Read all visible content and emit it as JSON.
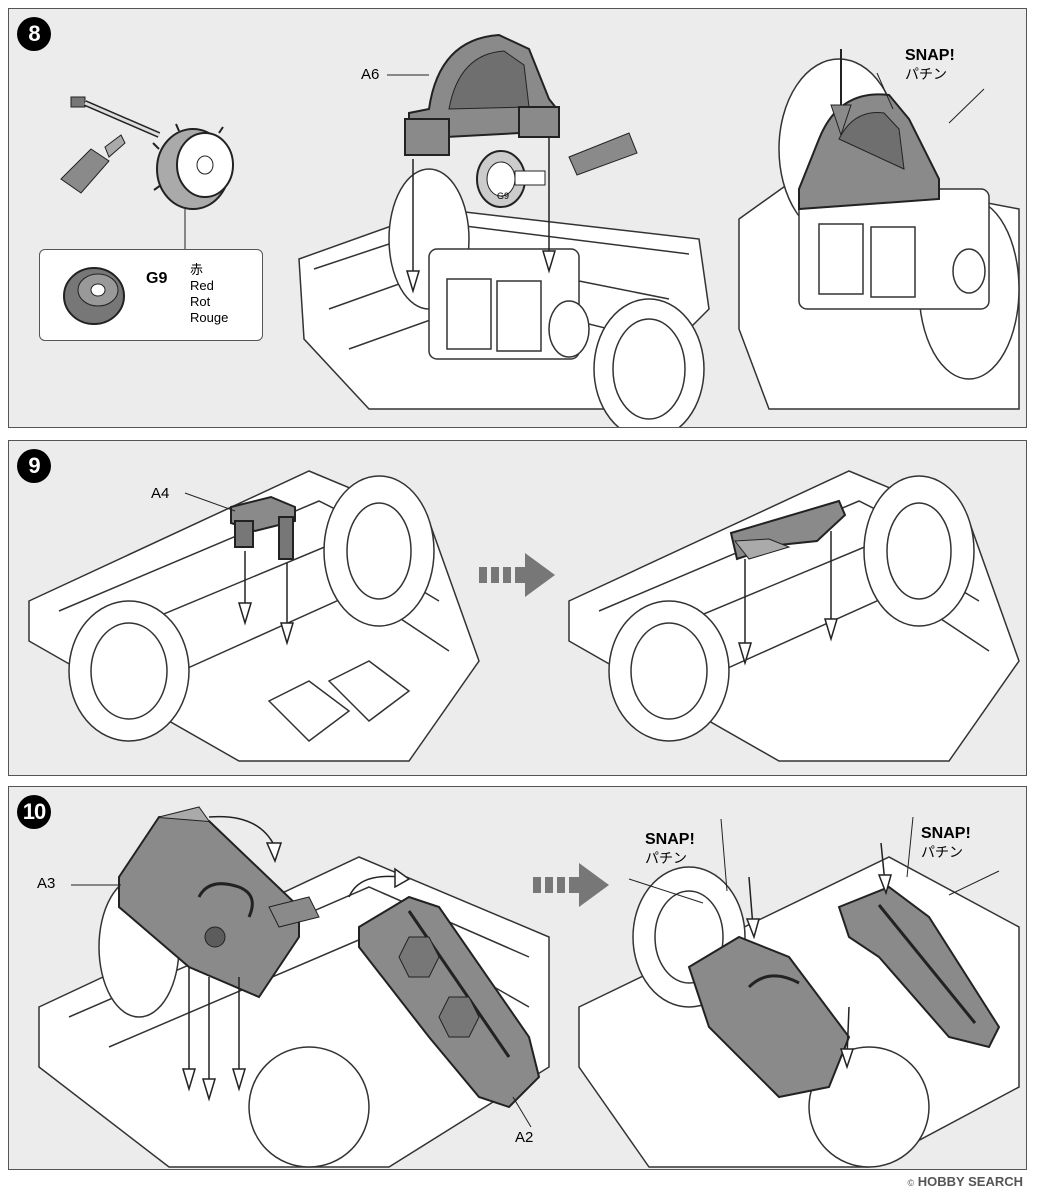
{
  "steps": [
    {
      "number": "8"
    },
    {
      "number": "9"
    },
    {
      "number": "10"
    }
  ],
  "step8": {
    "part_a6": "A6",
    "snap": "SNAP!",
    "snap_jp": "パチン",
    "gear_name": "G9",
    "gear_colors": [
      "赤",
      "Red",
      "Rot",
      "Rouge"
    ],
    "gear_mark": "G9"
  },
  "step9": {
    "part_a4": "A4"
  },
  "step10": {
    "part_a3": "A3",
    "part_a2": "A2",
    "snap_left": "SNAP!",
    "snap_left_jp": "パチン",
    "snap_right": "SNAP!",
    "snap_right_jp": "パチン"
  },
  "footer": {
    "logo": "HOBBY SEARCH",
    "copyright": "©"
  },
  "icons": {
    "gear": "gear-icon",
    "grease": "grease-tube-icon",
    "arrow": "arrow-right-icon"
  },
  "colors": {
    "panel_bg": "#ececec",
    "part_gray": "#8a8a8a",
    "part_dark": "#5c5c5c",
    "line": "#222222"
  }
}
